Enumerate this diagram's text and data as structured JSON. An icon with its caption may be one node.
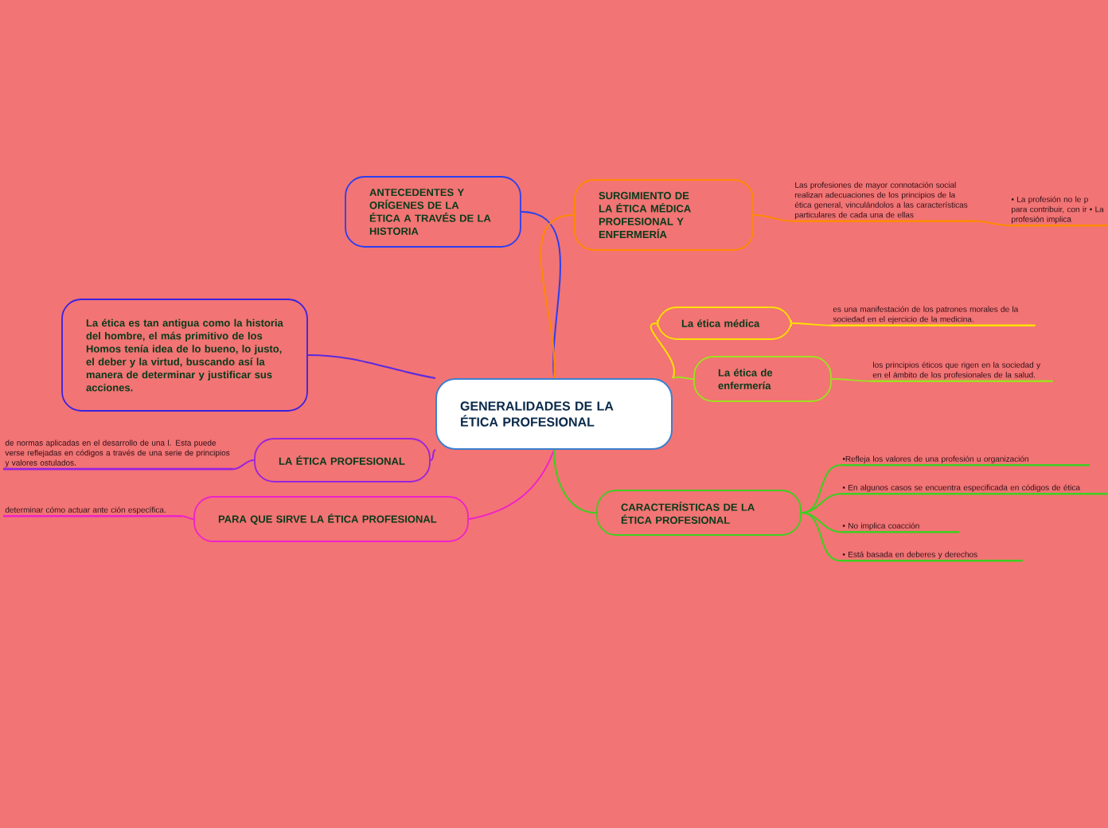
{
  "diagram": {
    "nodes": [
      {
        "text": [
          "GENERALIDADES DE LA ÉTICA PROFESIONAL"
        ]
      },
      {
        "text": [
          "ANTECEDENTES Y ORÍGENES DE LA ÉTICA A TRAVÉS DE LA HISTORIA"
        ]
      },
      {
        "text": [
          "La ética es tan antigua como la historia del hombre, el más primitivo de los Homos tenía idea de lo bueno, lo justo, el deber y la virtud, buscando así la manera de determinar y justificar sus acciones."
        ]
      },
      {
        "text": [
          "LA ÉTICA PROFESIONAL"
        ]
      },
      {
        "text": [
          "de normas aplicadas en el desarrollo de una l. Esta puede verse reflejadas en códigos a través de una serie de principios y valores ostulados."
        ]
      },
      {
        "text": [
          "PARA QUE SIRVE LA ÉTICA PROFESIONAL"
        ]
      },
      {
        "text": [
          "determinar cómo actuar ante ción específica."
        ]
      },
      {
        "text": [
          "SURGIMIENTO DE LA ÉTICA MÉDICA PROFESIONAL Y ENFERMERÍA"
        ]
      },
      {
        "text": [
          "Las profesiones de mayor connotación social realizan adecuaciones de los principios de la ética general, vinculándolos a las características particulares de cada una de ellas"
        ]
      },
      {
        "text": [
          "• La profesión no le p para contribuir, con ir • La profesión implica"
        ]
      },
      {
        "text": [
          "La ética médica"
        ]
      },
      {
        "text": [
          "es una manifestación de los patrones morales de la sociedad en el ejercicio de la medicina."
        ]
      },
      {
        "text": [
          "La ética de enfermería"
        ]
      },
      {
        "text": [
          "los principios éticos que rigen en la sociedad y en el ámbito de los profesionales de la salud."
        ]
      },
      {
        "text": [
          "CARACTERÍSTICAS DE LA ÉTICA PROFESIONAL"
        ]
      },
      {
        "text": [
          "•Refleja los valores de una profesión u organización"
        ]
      },
      {
        "text": [
          "•  En algunos casos se encuentra especificada en códigos de ética"
        ]
      },
      {
        "text": [
          "• No implica coacción"
        ]
      },
      {
        "text": [
          "• Está basada en deberes y derechos"
        ]
      }
    ],
    "edges": [
      {
        "from": 0,
        "to": 1,
        "arrow": "none",
        "color": "#2a3ff0"
      },
      {
        "from": 0,
        "to": 2,
        "arrow": "none",
        "color": "#5a2ae0"
      },
      {
        "from": 0,
        "to": 3,
        "arrow": "none",
        "color": "#9a22dd"
      },
      {
        "from": 3,
        "to": 4,
        "arrow": "none",
        "color": "#9a22dd"
      },
      {
        "from": 0,
        "to": 5,
        "arrow": "none",
        "color": "#ee22cc"
      },
      {
        "from": 5,
        "to": 6,
        "arrow": "none",
        "color": "#ee22cc"
      },
      {
        "from": 0,
        "to": 7,
        "arrow": "none",
        "color": "#ff8a00"
      },
      {
        "from": 7,
        "to": 8,
        "arrow": "none",
        "color": "#ff8a00"
      },
      {
        "from": 8,
        "to": 9,
        "arrow": "none",
        "color": "#ff8a00"
      },
      {
        "from": 0,
        "to": 10,
        "arrow": "none",
        "color": "#ffe000"
      },
      {
        "from": 10,
        "to": 11,
        "arrow": "none",
        "color": "#ffe000"
      },
      {
        "from": 0,
        "to": 12,
        "arrow": "none",
        "color": "#9ee020"
      },
      {
        "from": 12,
        "to": 13,
        "arrow": "none",
        "color": "#9ee020"
      },
      {
        "from": 0,
        "to": 14,
        "arrow": "none",
        "color": "#3ccf20"
      },
      {
        "from": 14,
        "to": 15,
        "arrow": "none",
        "color": "#3ccf20"
      },
      {
        "from": 14,
        "to": 16,
        "arrow": "none",
        "color": "#3ccf20"
      },
      {
        "from": 14,
        "to": 17,
        "arrow": "none",
        "color": "#3ccf20"
      },
      {
        "from": 14,
        "to": 18,
        "arrow": "none",
        "color": "#3ccf20"
      }
    ]
  }
}
